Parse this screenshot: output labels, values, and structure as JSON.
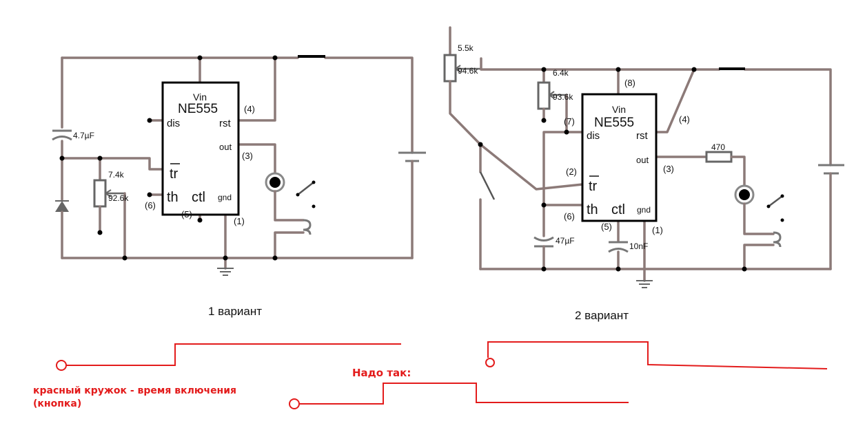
{
  "circuit1": {
    "caption": "1 вариант",
    "chip": {
      "vin": "Vin",
      "name": "NE555",
      "dis": "dis",
      "rst": "rst",
      "out": "out",
      "tr": "tr",
      "th": "th",
      "ctl": "ctl",
      "gnd": "gnd"
    },
    "pins": {
      "p4": "(4)",
      "p3": "(3)",
      "p6": "(6)",
      "p5": "(5)",
      "p1": "(1)"
    },
    "cap": "4.7µF",
    "pot_a": "7.4k",
    "pot_b": "92.6k"
  },
  "circuit2": {
    "caption": "2 вариант",
    "chip": {
      "vin": "Vin",
      "name": "NE555",
      "dis": "dis",
      "rst": "rst",
      "out": "out",
      "tr": "tr",
      "th": "th",
      "ctl": "ctl",
      "gnd": "gnd"
    },
    "pins": {
      "p8": "(8)",
      "p7": "(7)",
      "p4": "(4)",
      "p3": "(3)",
      "p2": "(2)",
      "p6": "(6)",
      "p5": "(5)",
      "p1": "(1)"
    },
    "pot1_a": "5.5k",
    "pot1_b": "94.6k",
    "pot2_a": "6.4k",
    "pot2_b": "93.6k",
    "resistor": "470",
    "cap1": "47µF",
    "cap2": "10nF"
  },
  "notes": {
    "legend_line1": "красный кружок - время включения",
    "legend_line2": "(кнопка)",
    "should_be": "Надо так:"
  }
}
